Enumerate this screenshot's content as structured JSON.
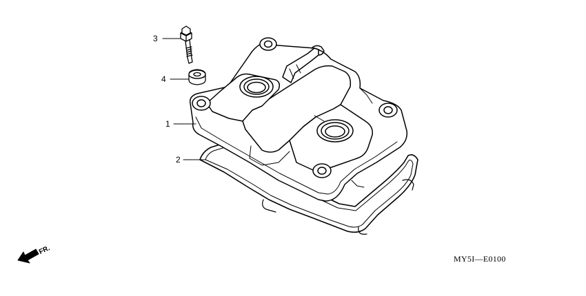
{
  "callouts": {
    "c3": "3",
    "c4": "4",
    "c1": "1",
    "c2": "2"
  },
  "direction": {
    "label": "FR."
  },
  "drawing_code": "MY5I—E0100"
}
